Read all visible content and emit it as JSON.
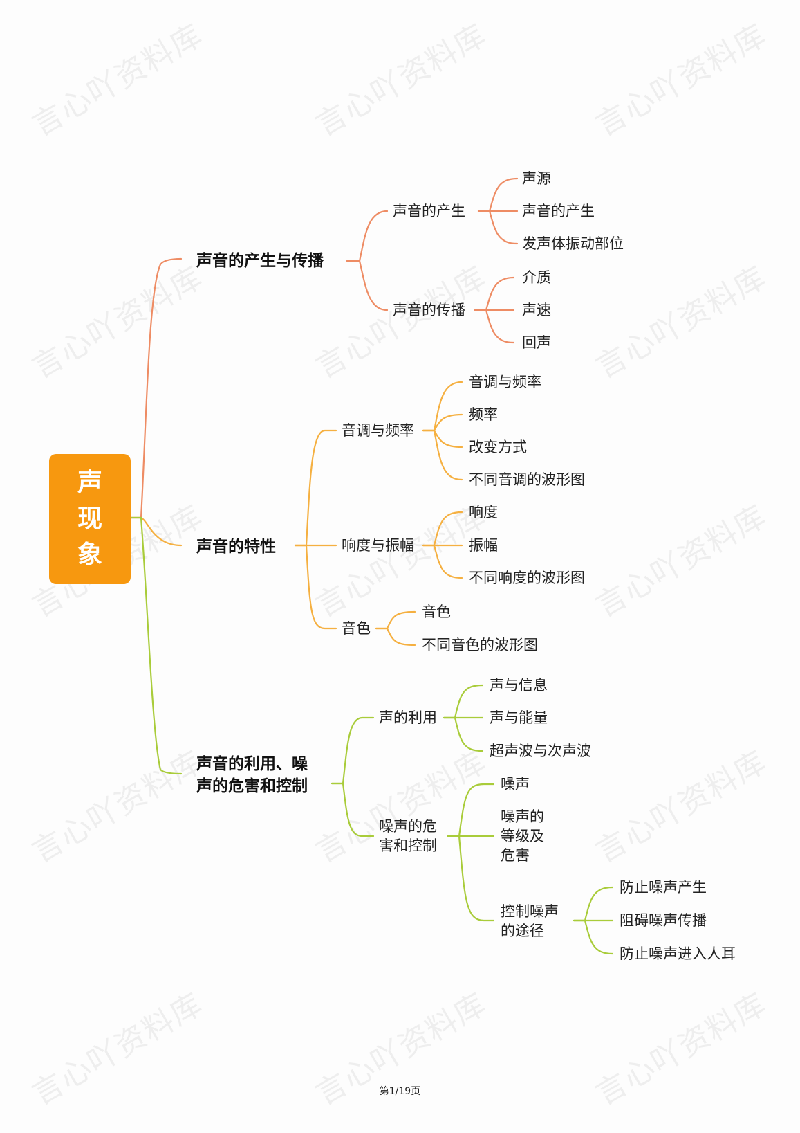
{
  "colors": {
    "root_bg": "#f7980f",
    "branch1": "#ee8c64",
    "branch2": "#f5b041",
    "branch3": "#a9cc3a"
  },
  "watermark": "言心吖资料库",
  "root": {
    "label_chars": [
      "声",
      "现",
      "象"
    ]
  },
  "branches": [
    {
      "label": "声音的产生与传播",
      "children": [
        {
          "label": "声音的产生",
          "children": [
            "声源",
            "声音的产生",
            "发声体振动部位"
          ]
        },
        {
          "label": "声音的传播",
          "children": [
            "介质",
            "声速",
            "回声"
          ]
        }
      ]
    },
    {
      "label": "声音的特性",
      "children": [
        {
          "label": "音调与频率",
          "children": [
            "音调与频率",
            "频率",
            "改变方式",
            "不同音调的波形图"
          ]
        },
        {
          "label": "响度与振幅",
          "children": [
            "响度",
            "振幅",
            "不同响度的波形图"
          ]
        },
        {
          "label": "音色",
          "children": [
            "音色",
            "不同音色的波形图"
          ]
        }
      ]
    },
    {
      "label_lines": [
        "声音的利用、噪",
        "声的危害和控制"
      ],
      "children": [
        {
          "label": "声的利用",
          "children": [
            "声与信息",
            "声与能量",
            "超声波与次声波"
          ]
        },
        {
          "label_lines": [
            "噪声的危",
            "害和控制"
          ],
          "children": [
            {
              "label": "噪声"
            },
            {
              "label_lines": [
                "噪声的",
                "等级及",
                "危害"
              ]
            },
            {
              "label_lines": [
                "控制噪声",
                "的途径"
              ],
              "children": [
                "防止噪声产生",
                "阻碍噪声传播",
                "防止噪声进入人耳"
              ]
            }
          ]
        }
      ]
    }
  ],
  "footer": {
    "page_label": "第1/19页"
  }
}
